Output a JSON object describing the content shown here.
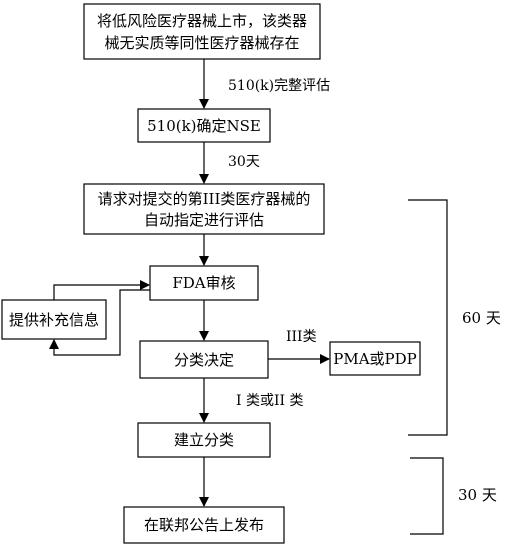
{
  "boxes": {
    "start_line1": "将低风险医疗器械上市，该类器",
    "start_line2": "械无实质等同性医疗器械存在",
    "nse": "510(k)确定NSE",
    "request_line1": "请求对提交的第III类医疗器械的",
    "request_line2": "自动指定进行评估",
    "fda": "FDA审核",
    "supplement": "提供补充信息",
    "decision": "分类决定",
    "pma": "PMA或PDP",
    "establish": "建立分类",
    "publish": "在联邦公告上发布"
  },
  "labels": {
    "complete_review": "510(k)完整评估",
    "days_30_a": "30天",
    "class3": "III类",
    "class12": "I 类或II 类",
    "bracket_60": "60  天",
    "bracket_30": "30  天"
  }
}
